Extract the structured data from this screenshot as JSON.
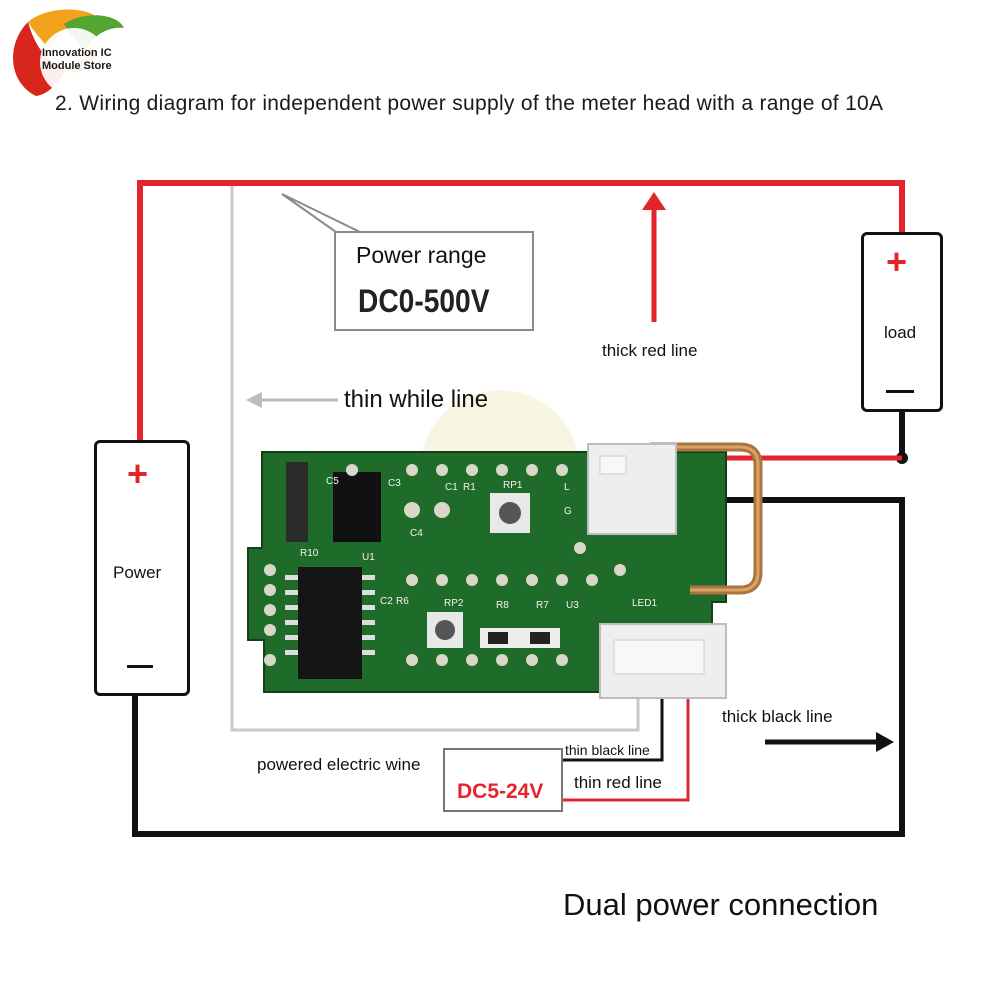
{
  "header": {
    "logo_text_line1": "Innovation IC",
    "logo_text_line2": "Module Store",
    "title": "2. Wiring diagram for independent power supply of the meter head with a range of 10A"
  },
  "callout": {
    "line1": "Power range",
    "line2": "DC0-500V"
  },
  "power_box": {
    "label": "Power",
    "plus": "+"
  },
  "load_box": {
    "label": "load",
    "plus": "+"
  },
  "labels": {
    "thick_red_line": "thick red line",
    "thin_while_line": "thin while line",
    "thick_black_line": "thick black line",
    "thin_black_line": "thin black line",
    "thin_red_line": "thin red line",
    "powered_electric_wine": "powered electric wine"
  },
  "supply": {
    "label": "DC5-24V"
  },
  "pcb": {
    "labels": [
      "C5",
      "C3",
      "C1",
      "R1",
      "RP1",
      "C4",
      "R10",
      "U1",
      "C2",
      "R6",
      "RP2",
      "R8",
      "R7",
      "U3",
      "LED1",
      "L",
      "G"
    ]
  },
  "footer": {
    "caption": "Dual power connection"
  },
  "colors": {
    "red_wire": "#e3242b",
    "black_wire": "#111111",
    "pcb_green": "#1f6b2a",
    "thin_white_wire": "#c9c9c9",
    "shunt_copper": "#a9743d"
  }
}
